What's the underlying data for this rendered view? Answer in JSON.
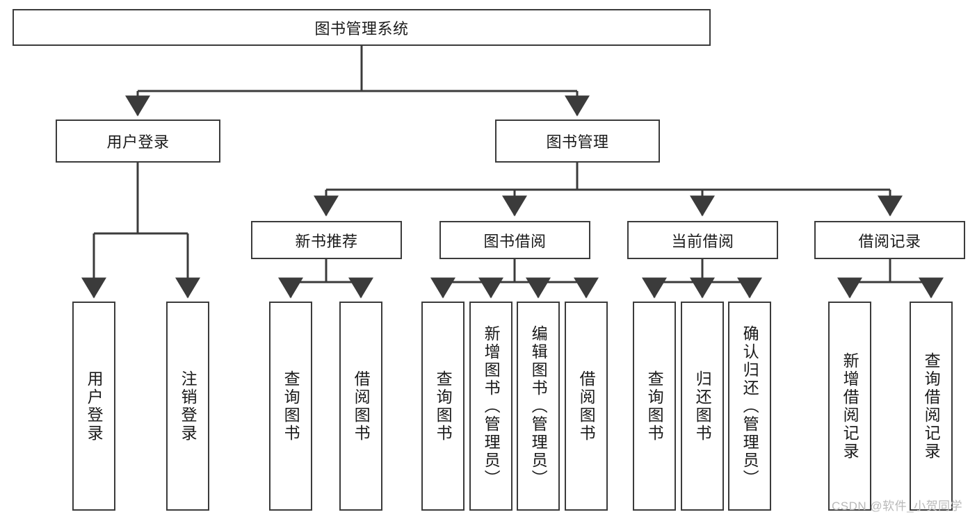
{
  "diagram": {
    "type": "hierarchy-tree",
    "title_node": {
      "id": "root",
      "label": "图书管理系统",
      "orientation": "horizontal",
      "level": 0
    },
    "level2": [
      {
        "id": "user-login",
        "label": "用户登录",
        "orientation": "horizontal",
        "level": 1
      },
      {
        "id": "book-management",
        "label": "图书管理",
        "orientation": "horizontal",
        "level": 1
      }
    ],
    "level3": [
      {
        "id": "new-book-recommend",
        "label": "新书推荐",
        "orientation": "horizontal",
        "level": 2,
        "parent": "book-management"
      },
      {
        "id": "book-borrow",
        "label": "图书借阅",
        "orientation": "horizontal",
        "level": 2,
        "parent": "book-management"
      },
      {
        "id": "current-borrow",
        "label": "当前借阅",
        "orientation": "horizontal",
        "level": 2,
        "parent": "book-management"
      },
      {
        "id": "borrow-record",
        "label": "借阅记录",
        "orientation": "horizontal",
        "level": 2,
        "parent": "book-management"
      }
    ],
    "leaves": [
      {
        "id": "leaf-user-login",
        "label": "用户登录",
        "orientation": "vertical",
        "parent": "user-login"
      },
      {
        "id": "leaf-logout",
        "label": "注销登录",
        "orientation": "vertical",
        "parent": "user-login"
      },
      {
        "id": "leaf-query-book-1",
        "label": "查询图书",
        "orientation": "vertical",
        "parent": "new-book-recommend"
      },
      {
        "id": "leaf-borrow-book-1",
        "label": "借阅图书",
        "orientation": "vertical",
        "parent": "new-book-recommend"
      },
      {
        "id": "leaf-query-book-2",
        "label": "查询图书",
        "orientation": "vertical",
        "parent": "book-borrow"
      },
      {
        "id": "leaf-add-book",
        "label": "新增图书（管理员）",
        "orientation": "vertical",
        "parent": "book-borrow"
      },
      {
        "id": "leaf-edit-book",
        "label": "编辑图书（管理员）",
        "orientation": "vertical",
        "parent": "book-borrow"
      },
      {
        "id": "leaf-borrow-book-2",
        "label": "借阅图书",
        "orientation": "vertical",
        "parent": "book-borrow"
      },
      {
        "id": "leaf-query-book-3",
        "label": "查询图书",
        "orientation": "vertical",
        "parent": "current-borrow"
      },
      {
        "id": "leaf-return-book",
        "label": "归还图书",
        "orientation": "vertical",
        "parent": "current-borrow"
      },
      {
        "id": "leaf-confirm-return",
        "label": "确认归还（管理员）",
        "orientation": "vertical",
        "parent": "current-borrow"
      },
      {
        "id": "leaf-add-record",
        "label": "新增借阅记录",
        "orientation": "vertical",
        "parent": "borrow-record"
      },
      {
        "id": "leaf-query-record",
        "label": "查询借阅记录",
        "orientation": "vertical",
        "parent": "borrow-record"
      }
    ],
    "colors": {
      "stroke": "#3b3b3b",
      "fill": "#ffffff",
      "text": "#1a1a1a",
      "watermark": "#b9b9b9"
    }
  },
  "watermark": {
    "text": "CSDN @软件_小贺同学"
  }
}
